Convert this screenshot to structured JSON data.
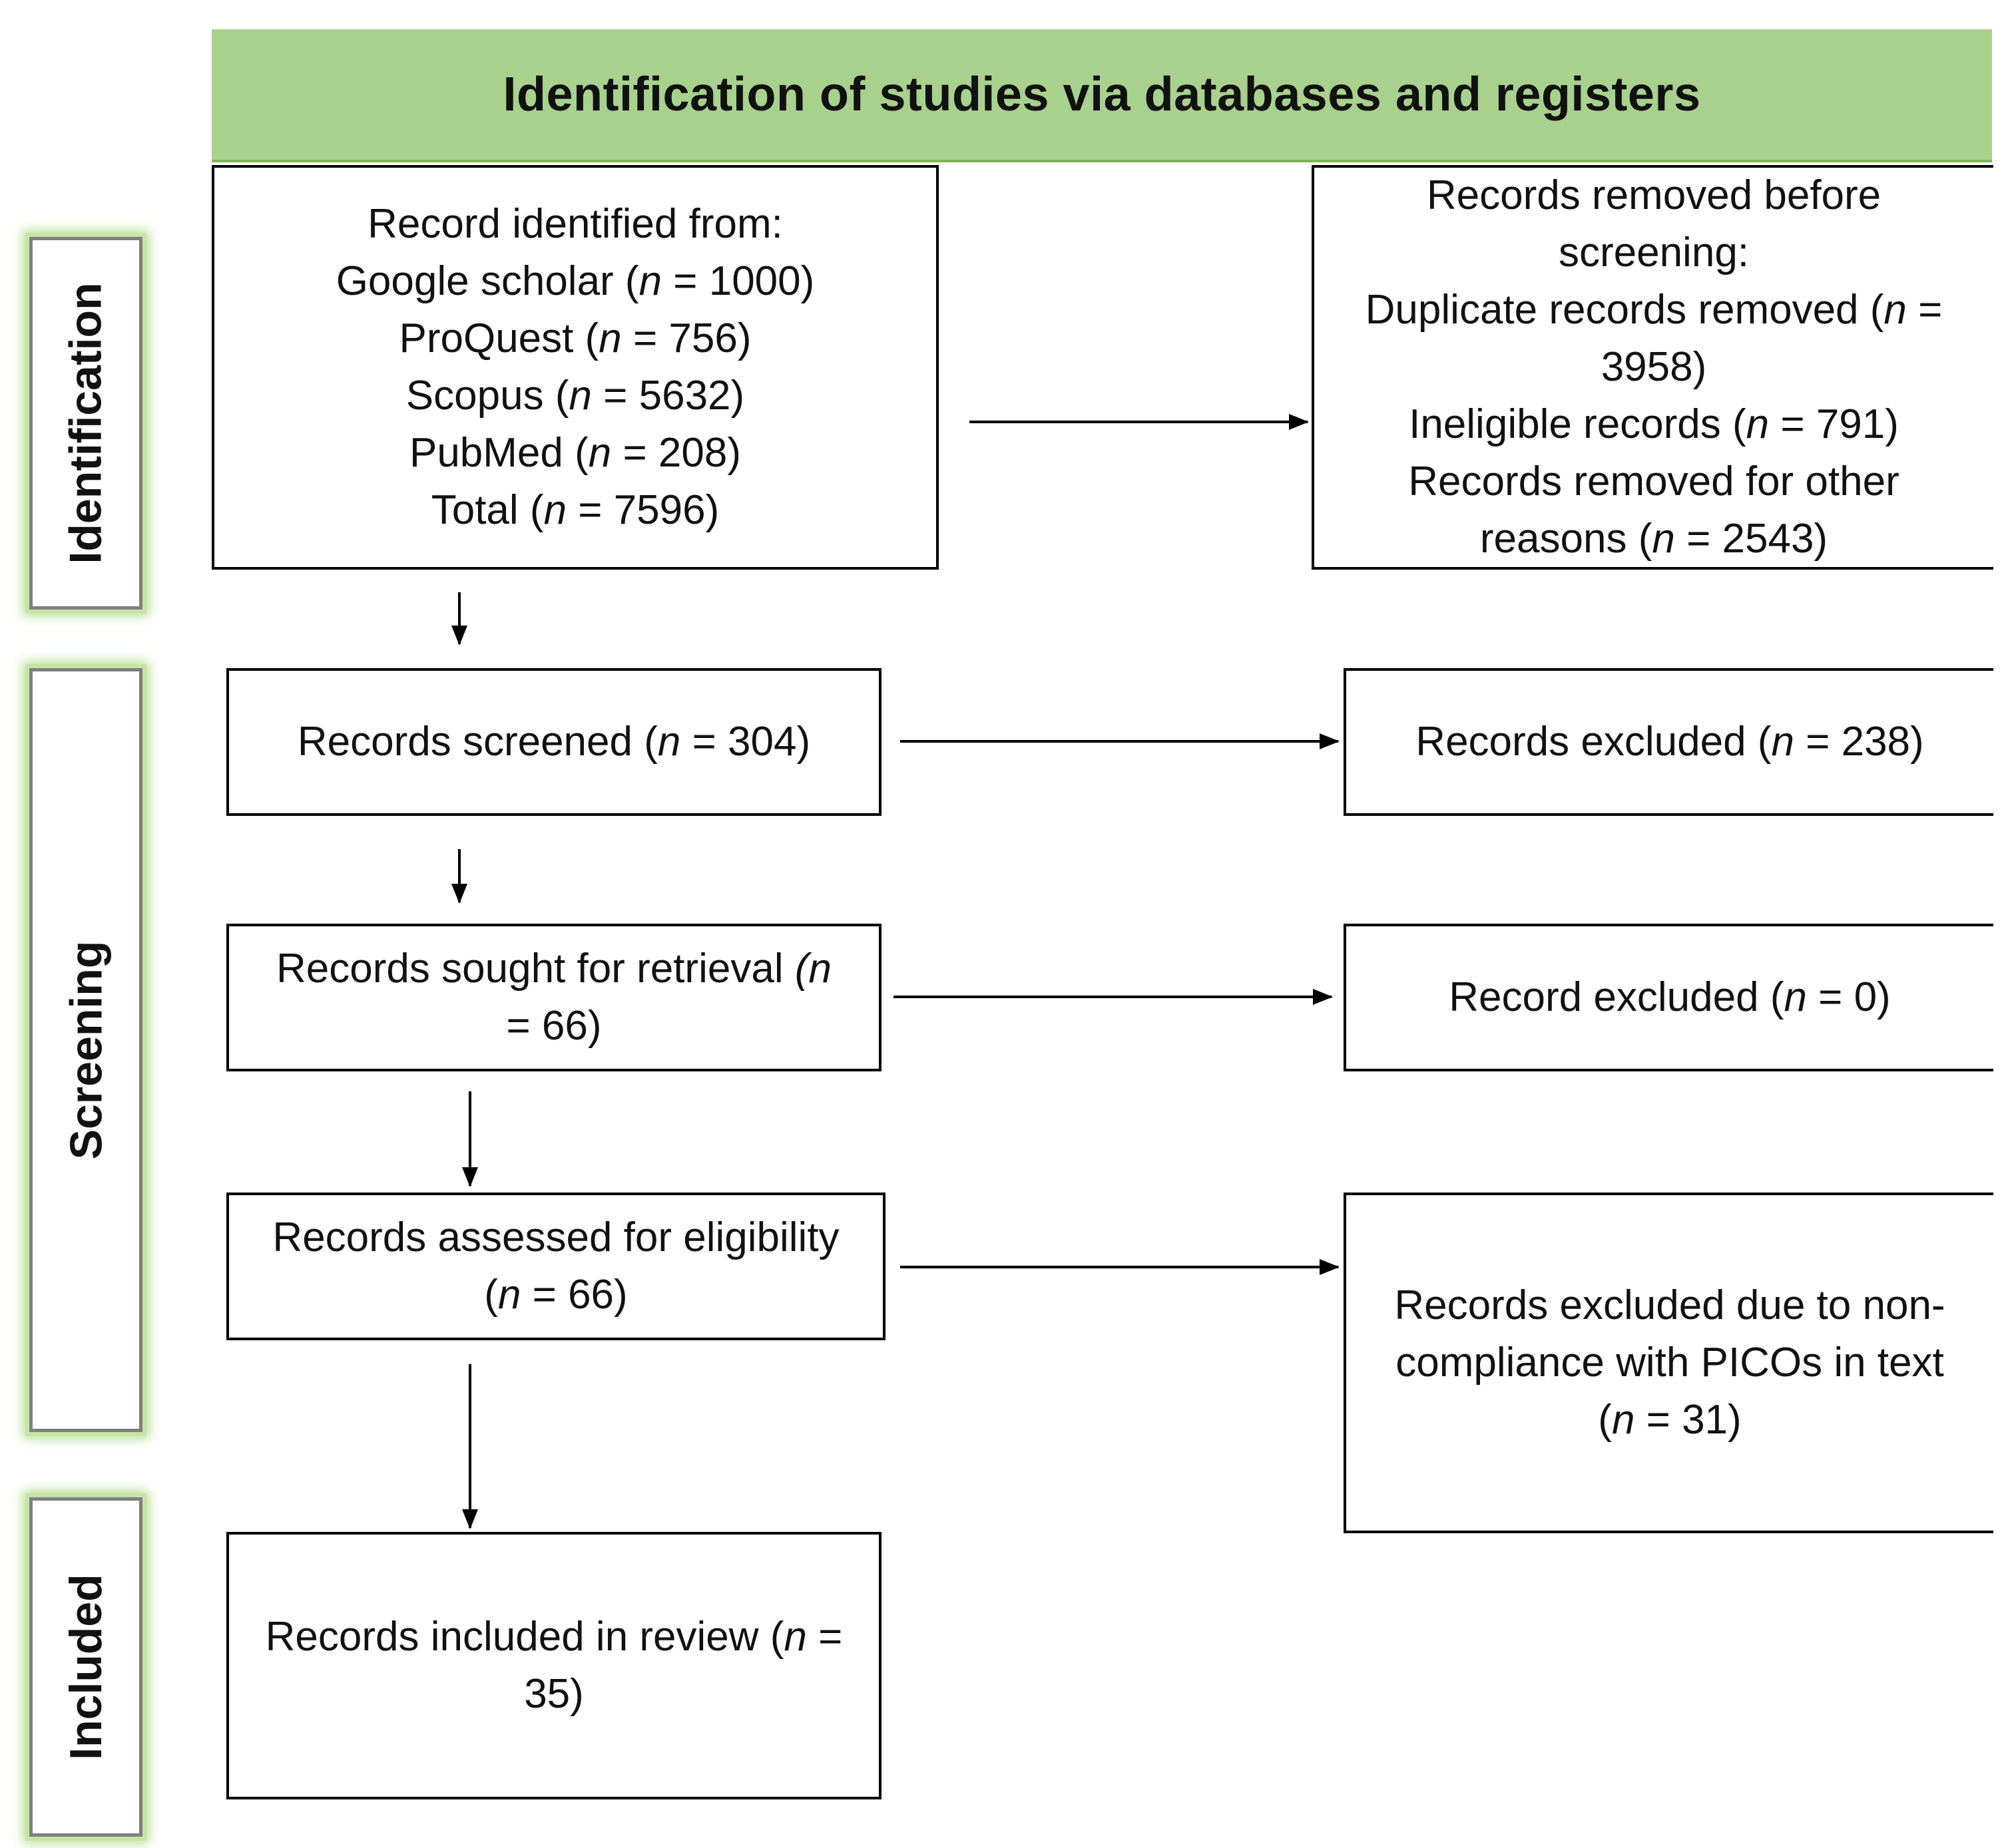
{
  "header": {
    "title": "Identification of studies via databases and registers"
  },
  "stages": {
    "identification": "Identification",
    "screening": "Screening",
    "included": "Included"
  },
  "boxes": {
    "identified": {
      "heading": "Record identified from:",
      "sources": [
        {
          "pre": "Google scholar (",
          "n": "n",
          "post": " = 1000)"
        },
        {
          "pre": "ProQuest (",
          "n": "n",
          "post": " = 756)"
        },
        {
          "pre": "Scopus (",
          "n": "n",
          "post": " = 5632)"
        },
        {
          "pre": "PubMed (",
          "n": "n",
          "post": " = 208)"
        },
        {
          "pre": "Total (",
          "n": "n",
          "post": " = 7596)"
        }
      ]
    },
    "removed": {
      "line1": "Records removed before",
      "line2": "screening:",
      "line3_pre": "Duplicate records removed (",
      "line3_n": "n",
      "line3_post": " =",
      "line4": "3958)",
      "line5_pre": "Ineligible records (",
      "line5_n": "n",
      "line5_post": " = 791)",
      "line6": "Records removed for other",
      "line7_pre": "reasons (",
      "line7_n": "n",
      "line7_post": " = 2543)"
    },
    "screened": {
      "pre": "Records screened (",
      "n": "n",
      "post": " = 304)"
    },
    "excluded_screen": {
      "pre": "Records excluded (",
      "n": "n",
      "post": " = 238)"
    },
    "sought": {
      "line1_pre": "Records sought for retrieval ",
      "line1_n": "(n",
      "line2": "= 66)"
    },
    "excluded_retrieval": {
      "pre": "Record excluded (",
      "n": "n",
      "post": " = 0)"
    },
    "assessed": {
      "line1": "Records assessed for eligibility",
      "line2_pre": "(",
      "line2_n": "n",
      "line2_post": " = 66)"
    },
    "excluded_picos": {
      "line1": "Records excluded due to non-",
      "line2": "compliance with PICOs in text",
      "line3_pre": "(",
      "line3_n": "n",
      "line3_post": " = 31)"
    },
    "included": {
      "line1_pre": "Records included in review (",
      "line1_n": "n",
      "line1_post": " =",
      "line2": "35)"
    }
  }
}
